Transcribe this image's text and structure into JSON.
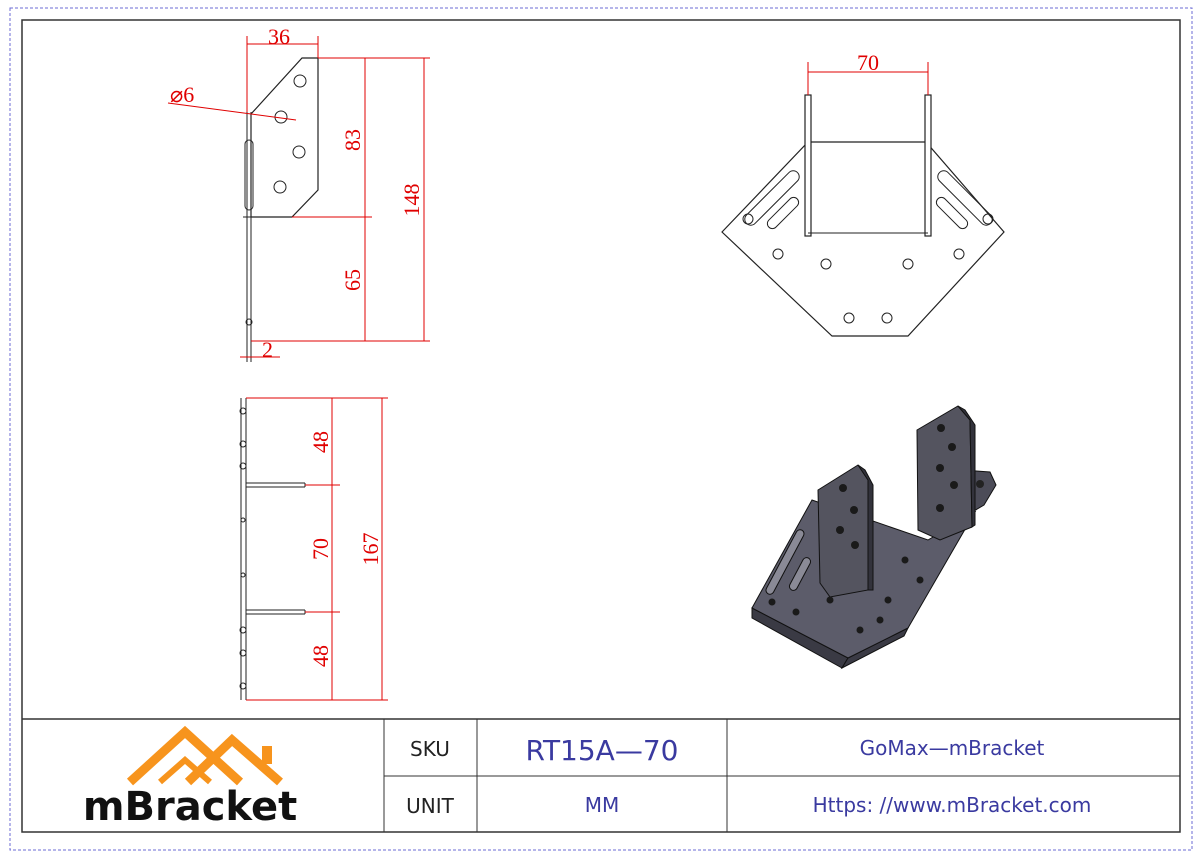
{
  "dimensions": {
    "side_width": "36",
    "hole_dia": "⌀6",
    "upper_height": "83",
    "total_height": "148",
    "lower_height": "65",
    "thickness": "2",
    "front_width": "70",
    "flange_1": "48",
    "middle": "70",
    "flange_2": "48",
    "total_width": "167"
  },
  "title_block": {
    "logo_text": "mBracket",
    "sku_label": "SKU",
    "sku_value": "RT15A—70",
    "unit_label": "UNIT",
    "unit_value": "MM",
    "company": "GoMax—mBracket",
    "website": "Https: //www.mBracket.com"
  },
  "colors": {
    "dimension": "#e00000",
    "logo_orange": "#f7941d",
    "text_blue": "#3a3aa0",
    "border_blue": "#6b6bd6"
  }
}
